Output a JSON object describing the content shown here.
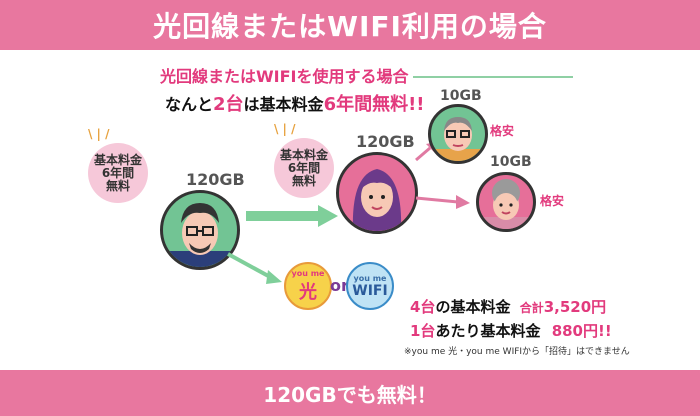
{
  "header": {
    "title": "光回線またはWIFI利用の場合"
  },
  "subtitle": "光回線またはWIFIを使用する場合",
  "headline": {
    "prefix": "なんと",
    "count": "2台",
    "middle": "は基本料金",
    "highlight": "6年間無料!!"
  },
  "left_badge": {
    "line1": "基本料金",
    "line2": "6年間",
    "line3": "無料"
  },
  "middle_badge": {
    "line1": "基本料金",
    "line2": "6年間",
    "line3": "無料"
  },
  "left_gb": "120GB",
  "middle_gb": "120GB",
  "right_top_gb": "10GB",
  "right_bottom_gb": "10GB",
  "cheap_label_top": "格安",
  "cheap_label_bottom": "格安",
  "providers": {
    "hikari_top": "you me",
    "hikari_main": "光",
    "or": "or",
    "wifi_top": "you me",
    "wifi_main": "WIFI"
  },
  "pricing": {
    "line1_count": "4台",
    "line1_text": "の基本料金",
    "line1_total_label": "合計",
    "line1_total": "3,520円",
    "line2_count": "1台",
    "line2_text": "あたり基本料金",
    "line2_price": "880円!!",
    "note": "※you me 光・you me WIFIから「招待」はできません"
  },
  "footer": {
    "text": "120GBでも無料！"
  },
  "colors": {
    "brand_pink": "#e8779f",
    "accent_pink": "#e23a7d",
    "arrow_green": "#7fcf9a",
    "arrow_pink": "#e07aa2"
  }
}
